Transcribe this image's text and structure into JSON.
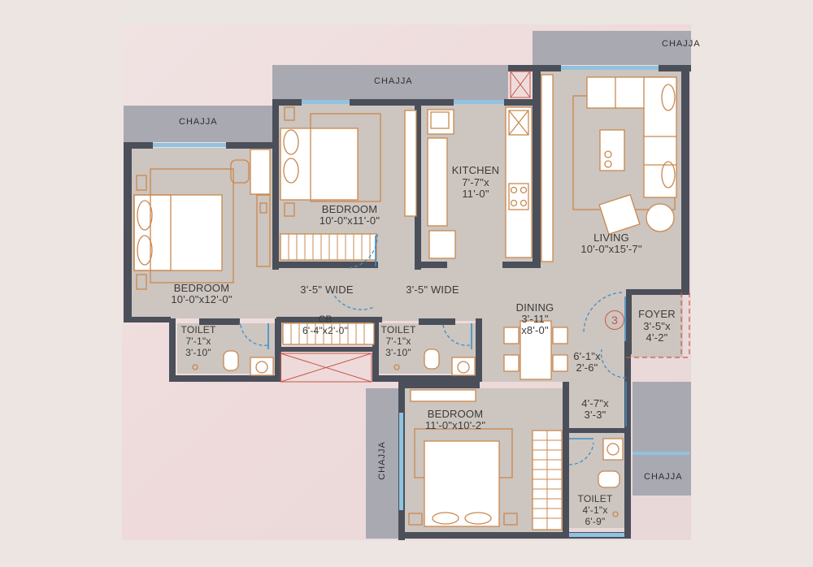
{
  "plan": {
    "labels": {
      "chajja_top": "CHAJJA",
      "chajja_left": "CHAJJA",
      "chajja_top_right": "CHAJJA",
      "chajja_bottom_left": "CHAJJA",
      "chajja_bottom_right": "CHAJJA"
    },
    "rooms": {
      "bedroom1": {
        "name": "BEDROOM",
        "size": "10'-0\"x12'-0\""
      },
      "bedroom2": {
        "name": "BEDROOM",
        "size": "10'-0\"x11'-0\""
      },
      "kitchen": {
        "name": "KITCHEN",
        "size_1": "7'-7\"x",
        "size_2": "11'-0\""
      },
      "living": {
        "name": "LIVING",
        "size": "10'-0\"x15'-7\""
      },
      "dining": {
        "name": "DINING",
        "size_1": "3'-11\"",
        "size_2": "x8'-0\""
      },
      "foyer": {
        "name": "FOYER",
        "size_1": "3'-5\"x",
        "size_2": "4'-2\""
      },
      "toilet1": {
        "name": "TOILET",
        "size_1": "7'-1\"x",
        "size_2": "3'-10\""
      },
      "toilet2": {
        "name": "TOILET",
        "size_1": "7'-1\"x",
        "size_2": "3'-10\""
      },
      "toilet3": {
        "name": "TOILET",
        "size_1": "4'-1\"x",
        "size_2": "6'-9\""
      },
      "bedroom3": {
        "name": "BEDROOM",
        "size": "11'-0\"x10'-2\""
      },
      "cb": {
        "name": "CB",
        "size": "6'-4\"x2'-0\""
      }
    },
    "dimensions": {
      "passage_left": "3'-5\" WIDE",
      "passage_right": "3'-5\" WIDE",
      "lobby_1": "6'-1\"x",
      "lobby_2": "2'-6\"",
      "passage_3_1": "4'-7\"x",
      "passage_3_2": "3'-3\""
    },
    "entry_marker": "3",
    "colors": {
      "background": "#ece5e1",
      "floor": "#cdc5bf",
      "wall": "#4a4f5a",
      "chajja": "#a9a9b1",
      "window": "#8fc3df",
      "furniture": "#c9884f",
      "door": "#3c8fc9",
      "accent": "#c9574a"
    }
  }
}
